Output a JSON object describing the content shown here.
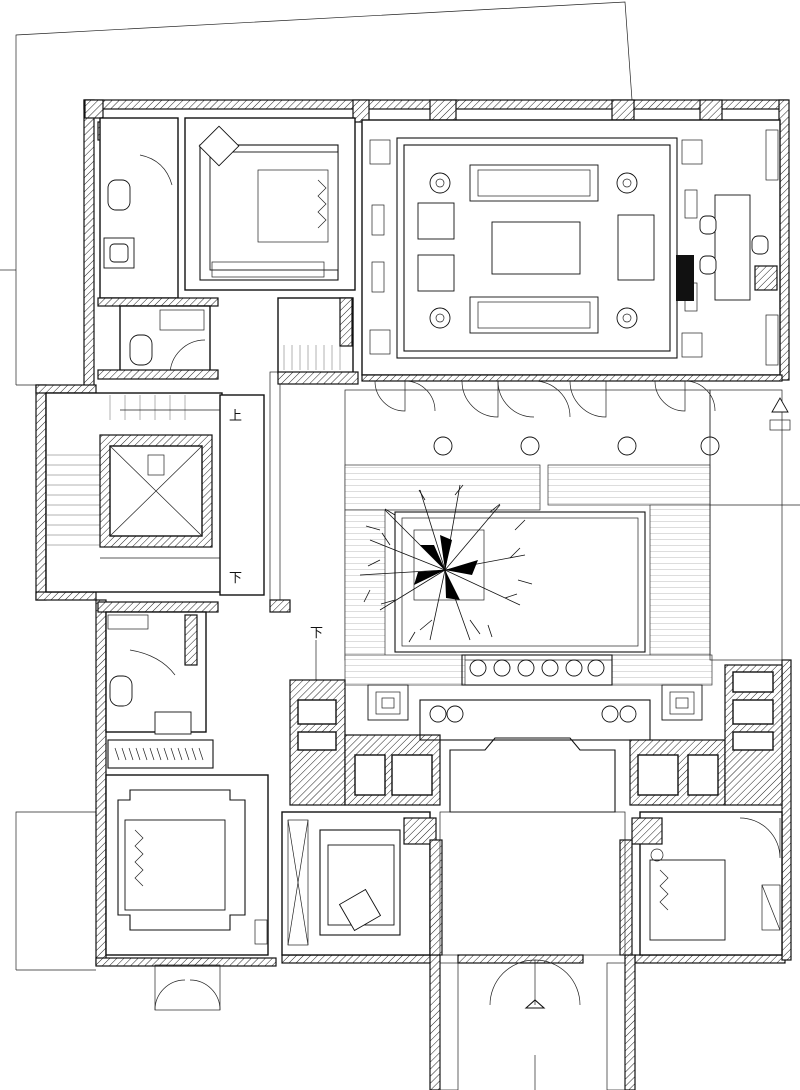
{
  "labels": {
    "stair_up": "上",
    "stair_down_main": "下",
    "stair_down_side": "下"
  },
  "colors": {
    "line": "#111111",
    "background": "#ffffff"
  },
  "icons": [
    "tree-symbol",
    "sofa",
    "bed",
    "toilet",
    "door-swing"
  ]
}
